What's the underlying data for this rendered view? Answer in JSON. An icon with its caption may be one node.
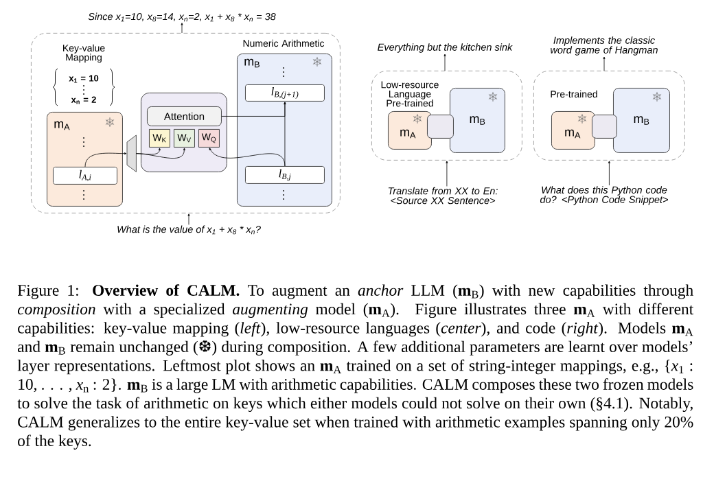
{
  "diagram": {
    "caption": "Figure 1: **Overview of CALM.** To augment an *anchor* LLM (**m**$_{B}$) with new capabilities through *composition* with a specialized *augmenting* model (**m**$_{A}$). Figure illustrates three **m**$_{A}$ with different capabilities: key-value mapping (*left*), low-resource languages (*center*), and code (*right*). Models **m**$_{A}$ and **m**$_{B}$ remain unchanged (❆) during composition. A few additional parameters are learnt over models’ layer representations. Leftmost plot shows an **m**$_{A}$ trained on a set of string-integer mappings, e.g., {*x*$_{1}$ : 10, . . . , *x*$_{n}$ : 2}. **m**$_{B}$ is a large LM with arithmetic capabilities. CALM composes these two frozen models to solve the task of arithmetic on keys which either models could not solve on their own (§4.1). Notably, CALM generalizes to the entire key-value set when trained with arithmetic examples spanning only 20% of the keys.",
    "nodes": [
      {
        "text": [
          "Since x$_{1}$=10, x$_{8}$=14, x$_{n}$=2, x$_{1}$ + x$_{8}$ * x$_{n}$ = 38"
        ]
      },
      {
        "text": [],
        "shape": "box"
      },
      {
        "text": [
          "m$_{A}$"
        ],
        "in": 1
      },
      {
        "text": [
          "l$_{A,i}$"
        ],
        "in": 2
      },
      {
        "text": [
          "Numeric Arithmetic",
          "m$_{B}$"
        ],
        "in": 1
      },
      {
        "text": [
          "l$_{B,(j+1)}$"
        ],
        "in": 4
      },
      {
        "text": [],
        "shape": "box",
        "in": 1
      },
      {
        "text": [
          "Attention"
        ],
        "in": 6
      },
      {
        "text": [
          "W$_{K}$"
        ],
        "in": 6
      },
      {
        "text": [
          "W$_{V}$"
        ],
        "in": 6
      },
      {
        "text": [
          "W$_{Q}$"
        ],
        "in": 6
      },
      {
        "text": [],
        "shape": "trapezoid",
        "in": 1
      },
      {
        "text": [
          "l$_{B,j}$"
        ],
        "in": 4
      },
      {
        "text": [
          "What is the value of x$_{1}$ + x$_{8}$ * x$_{n}$?"
        ]
      },
      {
        "text": [
          "Everything but the kitchen sink"
        ]
      },
      {
        "text": [],
        "shape": "box"
      },
      {
        "text": [
          "Low-resource Language Pre-trained",
          "m$_{A}$"
        ],
        "in": 15
      },
      {
        "text": [],
        "shape": "box",
        "in": 15
      },
      {
        "text": [
          "m$_{B}$"
        ],
        "in": 15
      },
      {
        "text": [
          "Translate from XX to En: <Source XX Sentence>"
        ]
      },
      {
        "text": [
          "Implements the classic word game of Hangman"
        ]
      },
      {
        "text": [],
        "shape": "box"
      },
      {
        "text": [
          "Pre-trained",
          "m$_{A}$"
        ],
        "in": 21
      },
      {
        "text": [],
        "shape": "box",
        "in": 21
      },
      {
        "text": [
          "m$_{B}$"
        ],
        "in": 21
      },
      {
        "text": [
          "What does this Python code do? <Python Code Snippet>"
        ]
      }
    ],
    "edges": [
      {
        "from": 13,
        "to": 1,
        "arrow": "to"
      },
      {
        "from": 1,
        "to": 0,
        "arrow": "to"
      },
      {
        "from": 3,
        "to": 11,
        "arrow": "to"
      },
      {
        "from": 11,
        "to": 8,
        "arrow": "to"
      },
      {
        "from": 11,
        "to": 9,
        "arrow": "to"
      },
      {
        "from": 12,
        "to": 10,
        "arrow": "to"
      },
      {
        "from": 7,
        "to": 5,
        "arrow": "to"
      },
      {
        "from": 12,
        "to": 5,
        "arrow": "to"
      },
      {
        "from": 19,
        "to": 15,
        "arrow": "to"
      },
      {
        "from": 15,
        "to": 14,
        "arrow": "to"
      },
      {
        "from": 25,
        "to": 21,
        "arrow": "to"
      },
      {
        "from": 21,
        "to": 20,
        "arrow": "to"
      }
    ],
    "labels": [
      "Key-value Mapping",
      "x$_{1}$ = 10",
      "x$_{n}$ = 2"
    ]
  }
}
